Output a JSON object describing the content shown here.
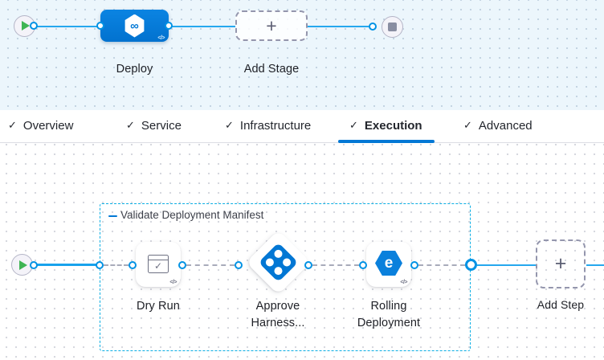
{
  "colors": {
    "primary_blue": "#0278d5",
    "connector_blue": "#0092e4",
    "group_border_teal": "#0aaee4",
    "canvas_top_bg": "#ecf6fc",
    "play_green": "#3fb554",
    "stop_gray": "#898ea2"
  },
  "stage_pipeline": {
    "stage_label": "Deploy",
    "add_stage_label": "Add Stage"
  },
  "tabs": {
    "items": [
      {
        "label": "Overview"
      },
      {
        "label": "Service"
      },
      {
        "label": "Infrastructure"
      },
      {
        "label": "Execution",
        "active": true
      },
      {
        "label": "Advanced"
      }
    ]
  },
  "execution": {
    "group_label": "Validate Deployment Manifest",
    "steps": [
      {
        "label": "Dry Run"
      },
      {
        "label": "Approve Harness..."
      },
      {
        "label": "Rolling Deployment"
      }
    ],
    "add_step_label": "Add Step"
  },
  "icons": {
    "code": "</>",
    "check": "✓",
    "plus": "+",
    "infinity": "∞",
    "rolling_glyph": "e"
  }
}
